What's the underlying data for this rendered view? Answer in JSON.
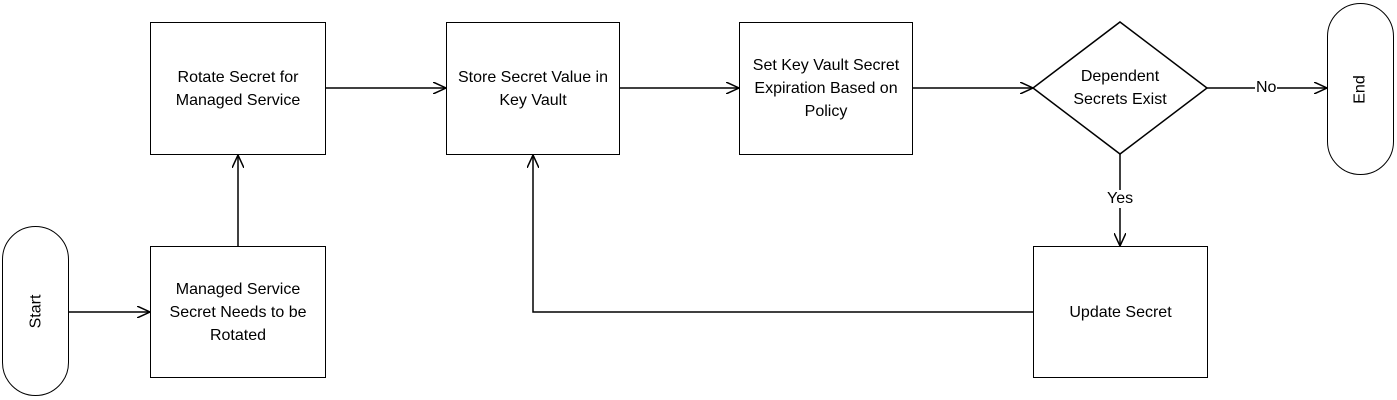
{
  "nodes": {
    "start": "Start",
    "needs_rotation": "Managed Service\nSecret Needs to be\nRotated",
    "rotate_secret": "Rotate Secret for\nManaged Service",
    "store_secret": "Store Secret Value in\nKey Vault",
    "set_expiration": "Set Key Vault Secret\nExpiration Based on\nPolicy",
    "dependent_exist": "Dependent\nSecrets Exist",
    "update_secret": "Update Secret",
    "end": "End"
  },
  "edges": {
    "no_label": "No",
    "yes_label": "Yes"
  }
}
